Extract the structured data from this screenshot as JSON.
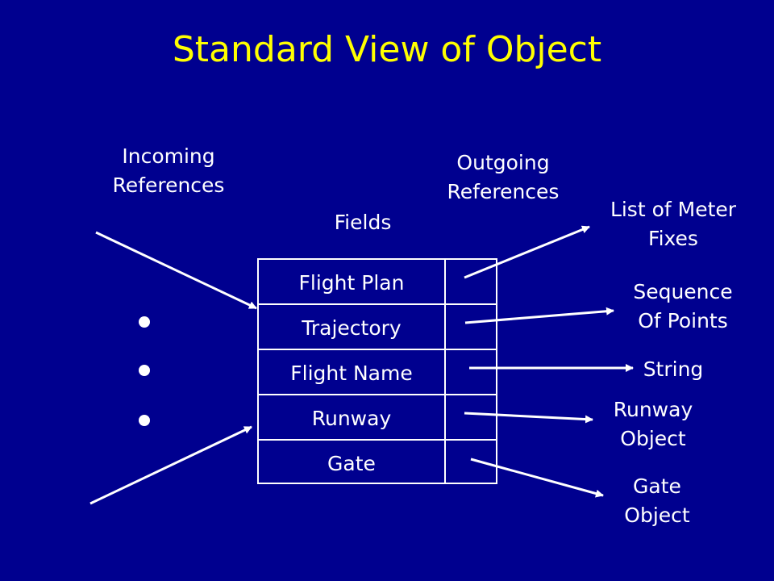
{
  "title": "Standard View of Object",
  "labels": {
    "incoming": "Incoming References",
    "outgoing": "Outgoing References",
    "fields": "Fields"
  },
  "fields": [
    "Flight Plan",
    "Trajectory",
    "Flight Name",
    "Runway",
    "Gate"
  ],
  "targets": [
    "List of Meter Fixes",
    "Sequence Of Points",
    "String",
    "Runway Object",
    "Gate Object"
  ],
  "colors": {
    "background": "#00008f",
    "title": "#ffff00",
    "text": "#ffffff"
  }
}
